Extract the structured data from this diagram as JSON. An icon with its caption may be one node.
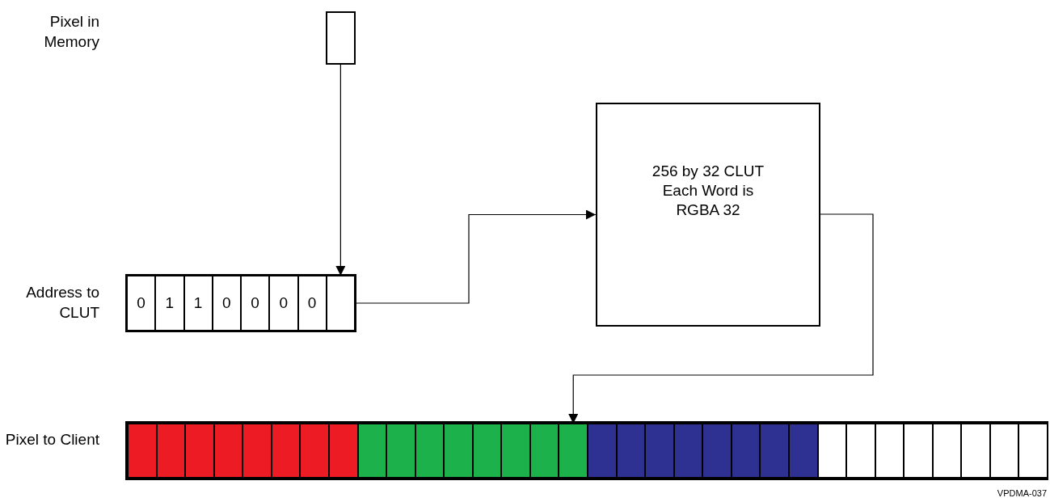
{
  "diagram": {
    "nodes": [
      {
        "text": [],
        "shape": "box"
      },
      {
        "text": [],
        "shape": "box",
        "beside": [
          "Address to CLUT"
        ]
      },
      {
        "text": [
          "0"
        ],
        "in": 1
      },
      {
        "text": [
          "1"
        ],
        "in": 1
      },
      {
        "text": [
          "1"
        ],
        "in": 1
      },
      {
        "text": [
          "0"
        ],
        "in": 1
      },
      {
        "text": [
          "0"
        ],
        "in": 1
      },
      {
        "text": [
          "0"
        ],
        "in": 1
      },
      {
        "text": [
          "0"
        ],
        "in": 1
      },
      {
        "text": [],
        "shape": "box",
        "in": 1
      },
      {
        "text": [
          "256 by 32 CLUT Each Word is RGBA 32"
        ]
      },
      {
        "text": [],
        "shape": "bar",
        "beside": [
          "Pixel to Client"
        ]
      },
      {
        "text": [],
        "shape": "box",
        "in": 11
      },
      {
        "text": [],
        "shape": "box",
        "in": 11
      },
      {
        "text": [],
        "shape": "box",
        "in": 11
      },
      {
        "text": [],
        "shape": "box",
        "in": 11
      },
      {
        "text": [],
        "shape": "box",
        "in": 11
      },
      {
        "text": [],
        "shape": "box",
        "in": 11
      },
      {
        "text": [],
        "shape": "box",
        "in": 11
      },
      {
        "text": [],
        "shape": "box",
        "in": 11
      },
      {
        "text": [],
        "shape": "box",
        "in": 11
      },
      {
        "text": [],
        "shape": "box",
        "in": 11
      },
      {
        "text": [],
        "shape": "box",
        "in": 11
      },
      {
        "text": [],
        "shape": "box",
        "in": 11
      },
      {
        "text": [],
        "shape": "box",
        "in": 11
      },
      {
        "text": [],
        "shape": "box",
        "in": 11
      },
      {
        "text": [],
        "shape": "box",
        "in": 11
      },
      {
        "text": [],
        "shape": "box",
        "in": 11
      },
      {
        "text": [],
        "shape": "box",
        "in": 11
      },
      {
        "text": [],
        "shape": "box",
        "in": 11
      },
      {
        "text": [],
        "shape": "box",
        "in": 11
      },
      {
        "text": [],
        "shape": "box",
        "in": 11
      },
      {
        "text": [],
        "shape": "box",
        "in": 11
      },
      {
        "text": [],
        "shape": "box",
        "in": 11
      },
      {
        "text": [],
        "shape": "box",
        "in": 11
      },
      {
        "text": [],
        "shape": "box",
        "in": 11
      },
      {
        "text": [],
        "shape": "box",
        "in": 11
      },
      {
        "text": [],
        "shape": "box",
        "in": 11
      },
      {
        "text": [],
        "shape": "box",
        "in": 11
      },
      {
        "text": [],
        "shape": "box",
        "in": 11
      },
      {
        "text": [],
        "shape": "box",
        "in": 11
      },
      {
        "text": [],
        "shape": "box",
        "in": 11
      },
      {
        "text": [],
        "shape": "box",
        "in": 11
      },
      {
        "text": [],
        "shape": "box",
        "in": 11
      }
    ],
    "edges": [
      {
        "from": 0,
        "to": 9,
        "arrow": "to"
      },
      {
        "from": 1,
        "to": 10,
        "arrow": "to"
      },
      {
        "from": 10,
        "to": 27,
        "arrow": "to"
      }
    ],
    "labels": [
      "Pixel in Memory",
      "VPDMA-037"
    ]
  }
}
